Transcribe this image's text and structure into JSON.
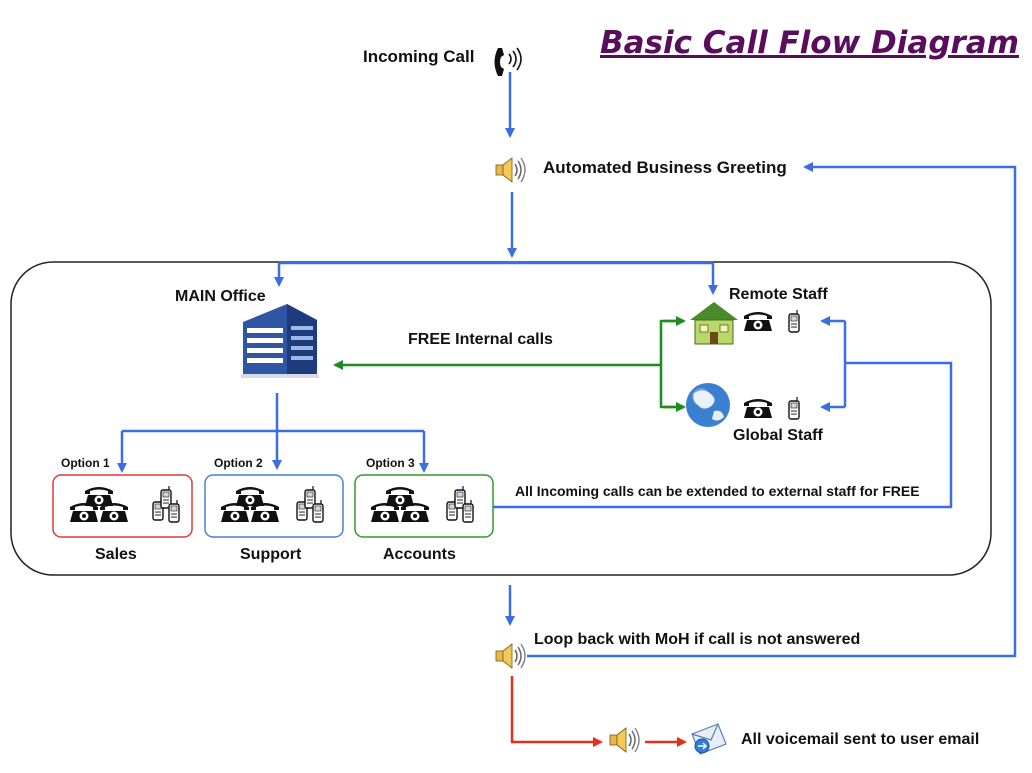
{
  "title": "Basic Call Flow Diagram",
  "labels": {
    "incoming_call": "Incoming Call",
    "greeting": "Automated Business Greeting",
    "main_office": "MAIN Office",
    "free_internal": "FREE Internal calls",
    "remote_staff": "Remote Staff",
    "global_staff": "Global Staff",
    "extend_note": "All Incoming calls can be extended to external staff for FREE",
    "loop_back": "Loop back with MoH if call is not answered",
    "voicemail": "All voicemail sent to user email"
  },
  "departments": [
    {
      "option": "Option 1",
      "name": "Sales",
      "color": "#e03a3a"
    },
    {
      "option": "Option 2",
      "name": "Support",
      "color": "#4a7fd8"
    },
    {
      "option": "Option 3",
      "name": "Accounts",
      "color": "#2e9a2e"
    }
  ],
  "colors": {
    "flow": "#3b6fe0",
    "internal": "#1e8c1e",
    "voicemail": "#e3301e",
    "title": "#5a0d5c"
  },
  "icons": [
    "phone-ringing-icon",
    "speaker-icon",
    "office-building-icon",
    "house-icon",
    "globe-icon",
    "desk-phone-icon",
    "mobile-phone-icon",
    "email-icon"
  ]
}
